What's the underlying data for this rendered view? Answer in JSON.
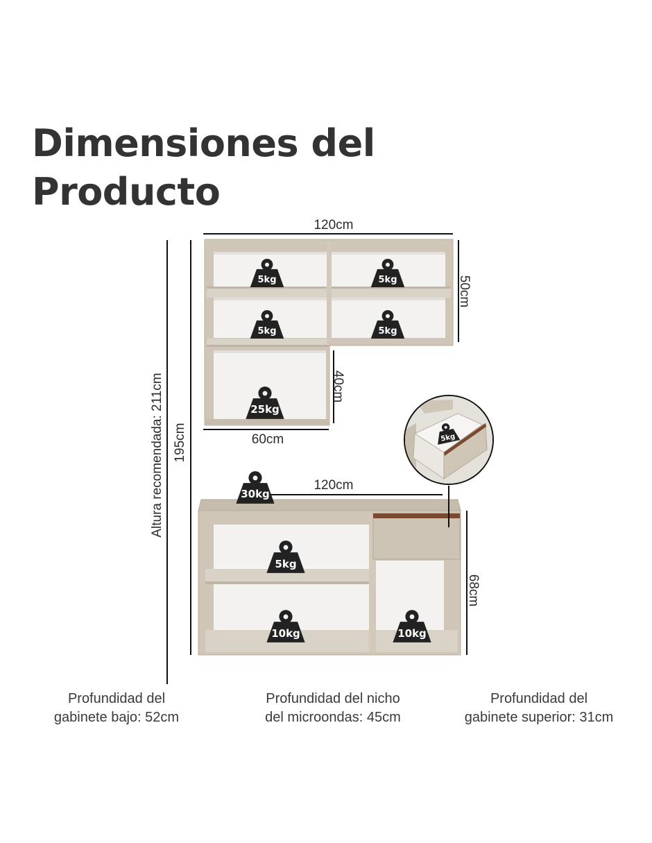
{
  "title": {
    "line1": "Dimensiones del",
    "line2": "Producto"
  },
  "colors": {
    "cabinet": "#cfc6b7",
    "cabinet_inner": "#f3f2f0",
    "frame_edge": "#b8ae9d",
    "weight_icon": "#222222",
    "accent_wood": "#7a4a30"
  },
  "dimensions": {
    "upper_width": "120cm",
    "upper_height": "50cm",
    "niche_height": "40cm",
    "niche_width": "60cm",
    "total_height": "195cm",
    "recommended_height": "Altura recomendada: 211cm",
    "lower_width": "120cm",
    "lower_height": "68cm"
  },
  "weights": {
    "upper_top_left": "5kg",
    "upper_top_right": "5kg",
    "upper_mid_left": "5kg",
    "upper_mid_right": "5kg",
    "niche": "25kg",
    "countertop": "30kg",
    "lower_shelf": "5kg",
    "lower_bottom_left": "10kg",
    "lower_bottom_right": "10kg",
    "drawer": "5kg"
  },
  "footnotes": {
    "lower_depth": {
      "line1": "Profundidad del",
      "line2": "gabinete bajo: 52cm"
    },
    "microwave_depth": {
      "line1": "Profundidad del nicho",
      "line2": "del microondas: 45cm"
    },
    "upper_depth": {
      "line1": "Profundidad del",
      "line2": "gabinete superior: 31cm"
    }
  }
}
